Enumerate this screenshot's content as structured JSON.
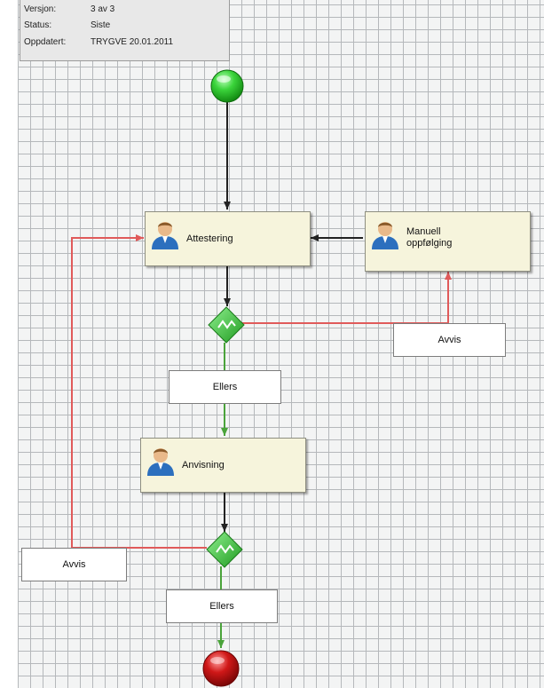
{
  "info": {
    "rows": [
      {
        "label": "Versjon:",
        "value": "3 av 3"
      },
      {
        "label": "Status:",
        "value": "Siste"
      },
      {
        "label": "Oppdatert:",
        "value": "TRYGVE 20.01.2011"
      }
    ]
  },
  "nodes": {
    "start": {
      "type": "start-event"
    },
    "attestering": {
      "label": "Attestering",
      "icon": "person-icon"
    },
    "manuell": {
      "label_line1": "Manuell",
      "label_line2": "oppfølging",
      "icon": "person-icon"
    },
    "gateway1": {
      "type": "decision-gateway"
    },
    "anvisning": {
      "label": "Anvisning",
      "icon": "person-icon"
    },
    "gateway2": {
      "type": "decision-gateway"
    },
    "end": {
      "type": "end-event"
    }
  },
  "conditions": {
    "avvis1": "Avvis",
    "ellers1": "Ellers",
    "avvis2": "Avvis",
    "ellers2": "Ellers"
  },
  "colors": {
    "grid_background": "#f3f4f4",
    "grid_line": "#b5b8bb",
    "activity_fill": "#f6f4dc",
    "flow_default": "#222222",
    "flow_approve": "#4aa33a",
    "flow_reject": "#e05a5a",
    "start_event": "#3bd43b",
    "end_event": "#d01818",
    "gateway": "#3ec23e"
  }
}
